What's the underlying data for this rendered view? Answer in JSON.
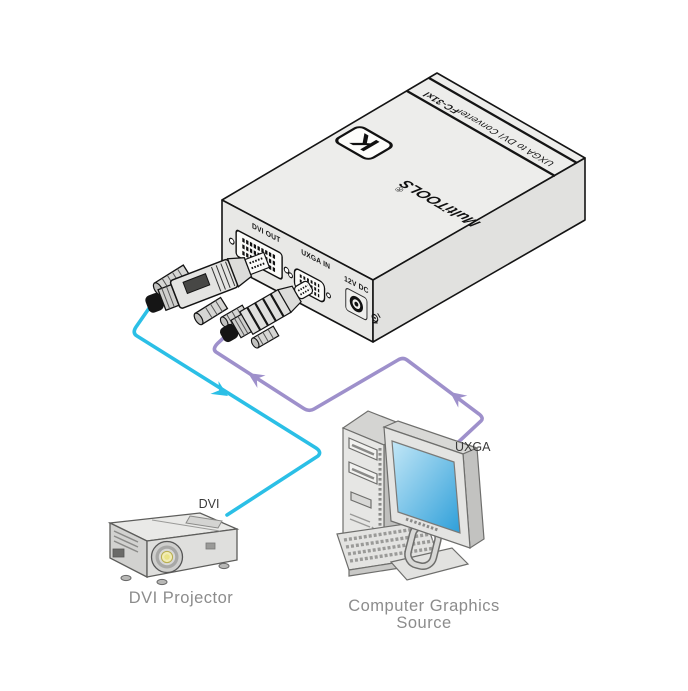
{
  "colors": {
    "dvi_cable": "#2BBFE6",
    "uxga_cable": "#9E90CB",
    "screen_blue_top": "#C3E7F7",
    "screen_blue_bottom": "#2E9FD9"
  },
  "converter": {
    "brand": "MultiTOOLS",
    "reg_mark": "®",
    "logo_letter": "K",
    "model": "FC-31xl",
    "product_desc": "UXGA to DVI Converter",
    "ports": {
      "dvi_out": "DVI OUT",
      "uxga_in": "UXGA IN",
      "power": "12V DC"
    }
  },
  "connections": {
    "dvi_cable_label": "DVI",
    "uxga_cable_label": "UXGA"
  },
  "captions": {
    "projector": "DVI Projector",
    "source_line1": "Computer Graphics",
    "source_line2": "Source"
  }
}
